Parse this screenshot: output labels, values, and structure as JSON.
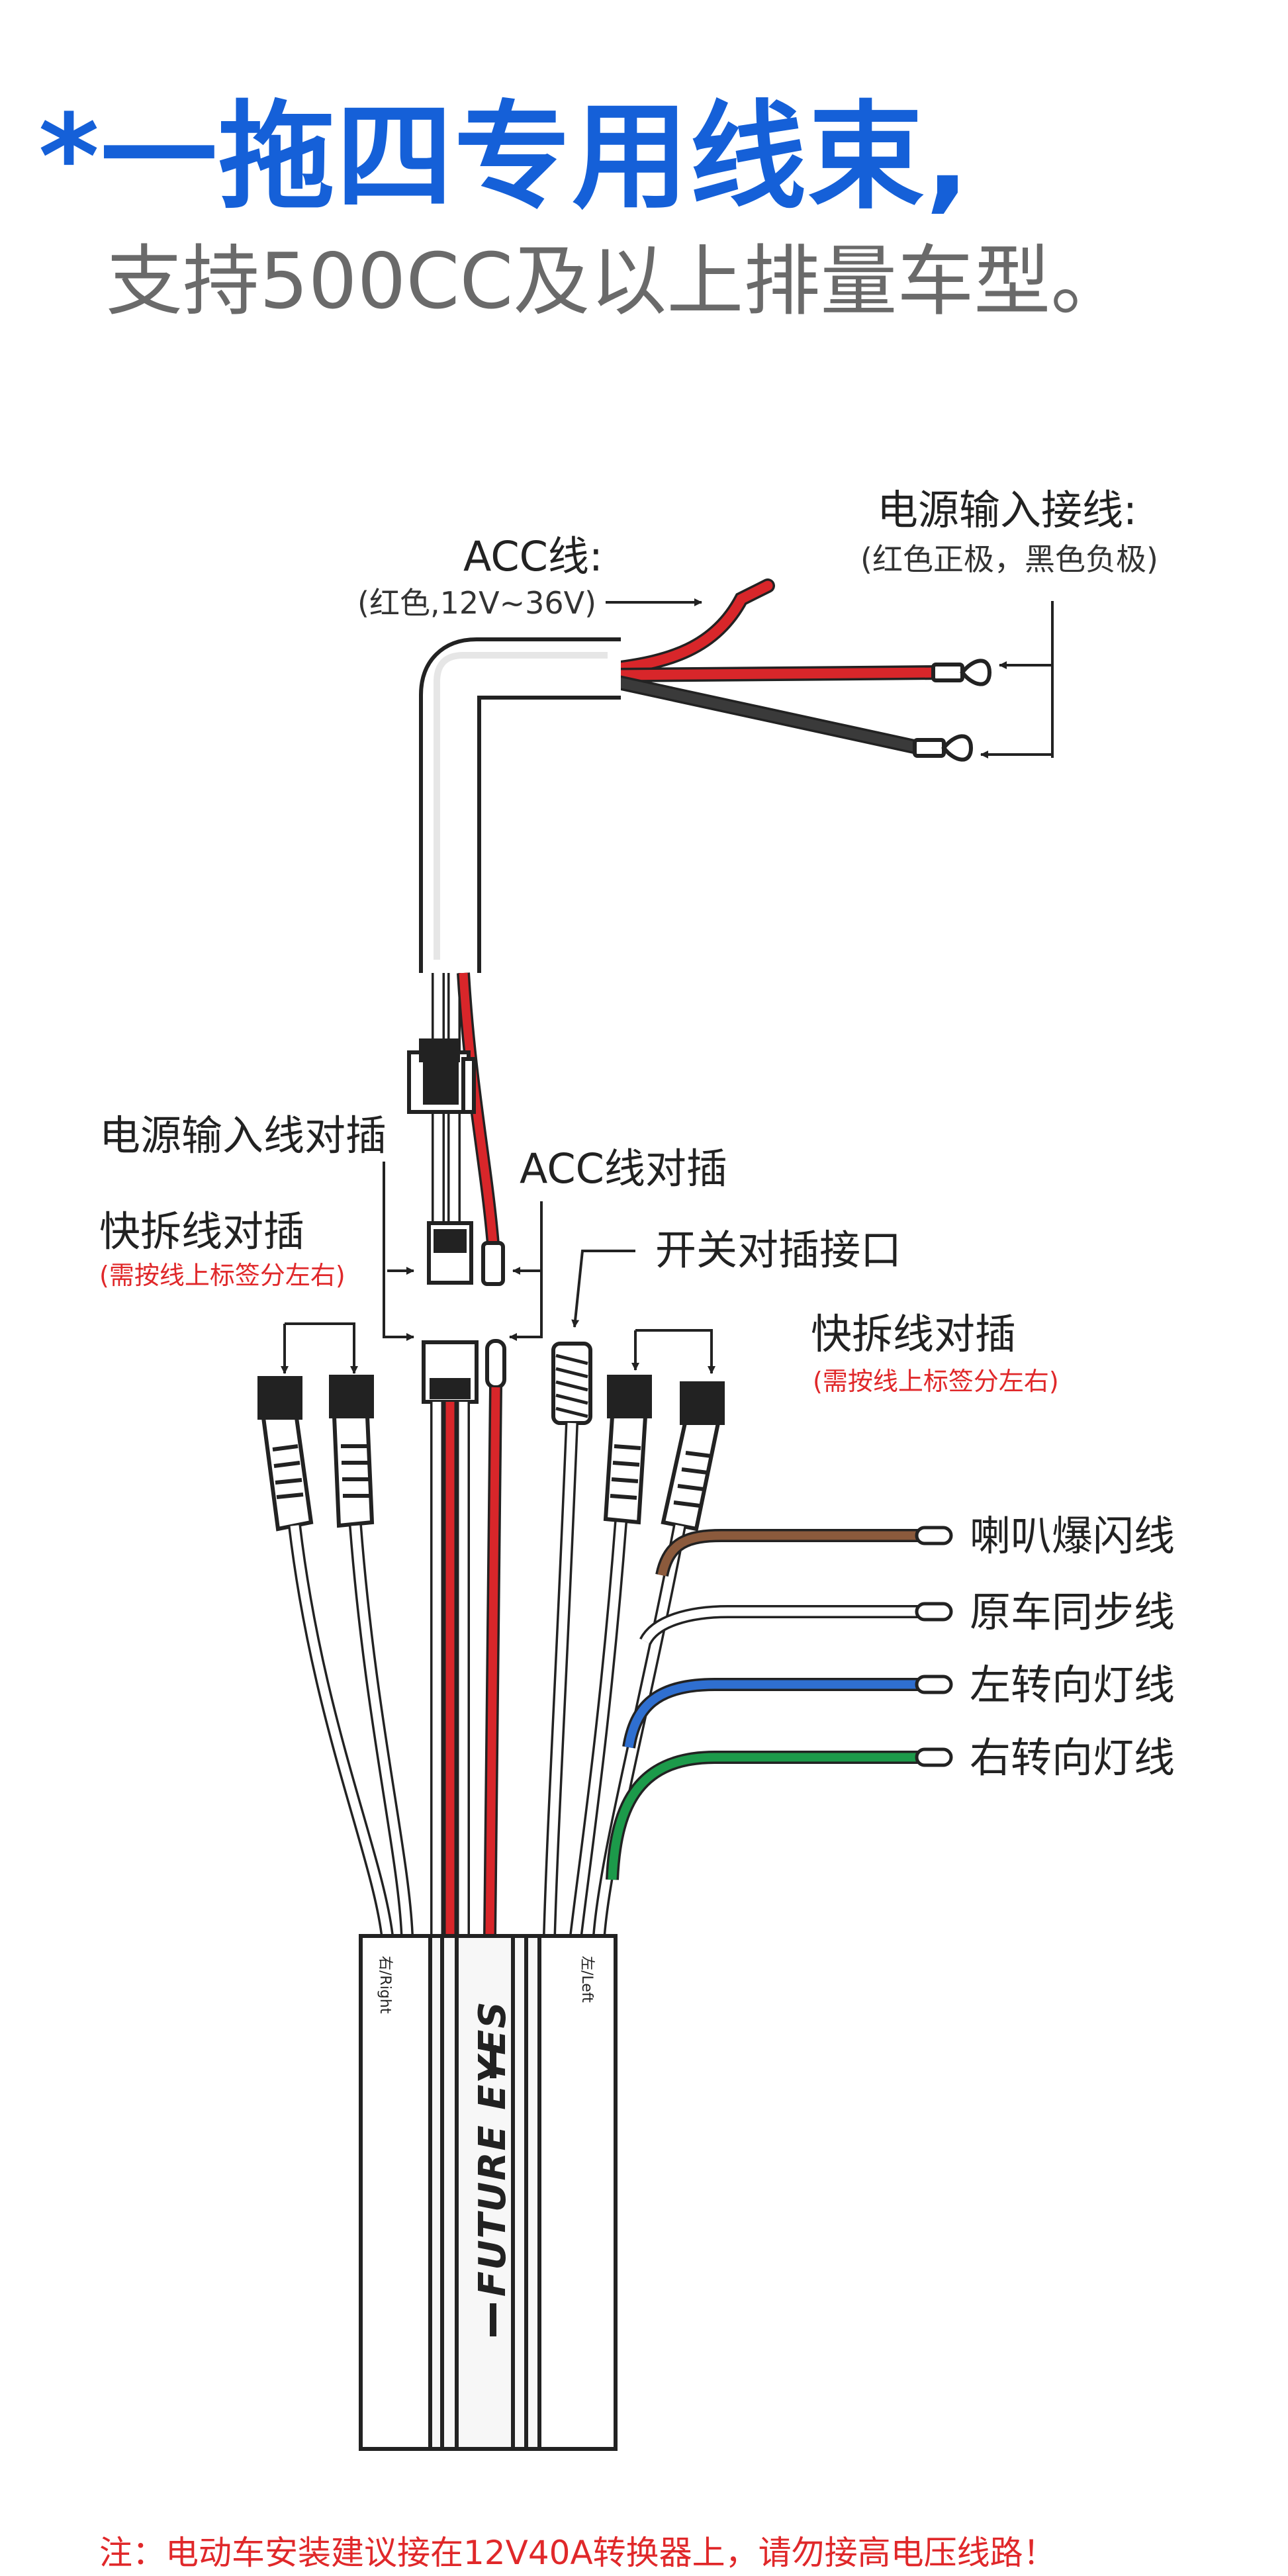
{
  "header": {
    "title": "*一拖四专用线束,",
    "subtitle": "支持500CC及以上排量车型。"
  },
  "labels": {
    "acc_wire": "ACC线:",
    "acc_wire_detail": "(红色,12V~36V)",
    "power_input_wire": "电源输入接线:",
    "power_input_detail": "(红色正极，黑色负极)",
    "power_input_plug": "电源输入线对插",
    "acc_plug": "ACC线对插",
    "quick_release_left": "快拆线对插",
    "quick_release_left_note": "(需按线上标签分左右)",
    "switch_port": "开关对插接口",
    "quick_release_right": "快拆线对插",
    "quick_release_right_note": "(需按线上标签分左右)",
    "horn_flash": "喇叭爆闪线",
    "sync_wire": "原车同步线",
    "left_turn": "左转向灯线",
    "right_turn": "右转向灯线",
    "box_right": "右/Right",
    "box_left": "左/Left",
    "brand": "FUTURE EYES"
  },
  "footnote": "注：电动车安装建议接在12V40A转换器上，请勿接高电压线路！",
  "colors": {
    "title_blue": "#1560d8",
    "wire_red": "#d8262a",
    "wire_black": "#333333",
    "wire_brown": "#8b5a3c",
    "wire_blue": "#2f6fd0",
    "wire_green": "#1c9a4a",
    "note_red": "#e0282a"
  }
}
